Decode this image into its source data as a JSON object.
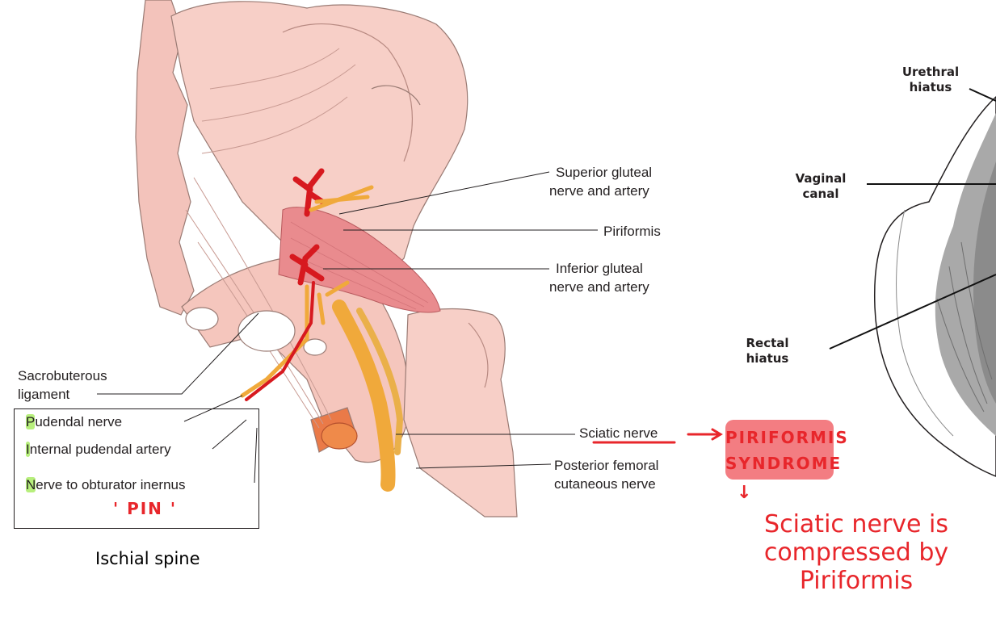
{
  "left_labels": {
    "sacro_line1": "Sacrobuterous",
    "sacro_line2": "ligament",
    "pudendal_first": "P",
    "pudendal_rest": "udendal nerve",
    "artery_first": "I",
    "artery_rest": "nternal pudendal artery",
    "obturator_first": "N",
    "obturator_rest": "erve to obturator inernus",
    "pin_note": "' PIN '",
    "caption": "Ischial spine"
  },
  "right_labels": {
    "superior_line1": "Superior gluteal",
    "superior_line2": "nerve and artery",
    "piriformis": "Piriformis",
    "inferior_line1": "Inferior gluteal",
    "inferior_line2": "nerve and artery",
    "sciatic": "Sciatic nerve",
    "posterior_line1": "Posterior femoral",
    "posterior_line2": "cutaneous nerve"
  },
  "annotation": {
    "syndrome_line1": "PIRIFORMIS",
    "syndrome_line2": "SYNDROME",
    "down_arrow": "↓",
    "explain_line1": "Sciatic nerve is",
    "explain_line2": "compressed by",
    "explain_line3": "Piriformis"
  },
  "pelvic_floor": {
    "urethral_line1": "Urethral",
    "urethral_line2": "hiatus",
    "vaginal_line1": "Vaginal",
    "vaginal_line2": "canal",
    "rectal_line1": "Rectal",
    "rectal_line2": "hiatus"
  },
  "colors": {
    "ink": "#e8262b",
    "bone": "#f7cfc7",
    "muscle": "#e98b8e",
    "nerve": "#f0a93b",
    "artery": "#d7191f",
    "highlight": "#b7ef7c",
    "syndrome_bg": "#f37d82"
  }
}
